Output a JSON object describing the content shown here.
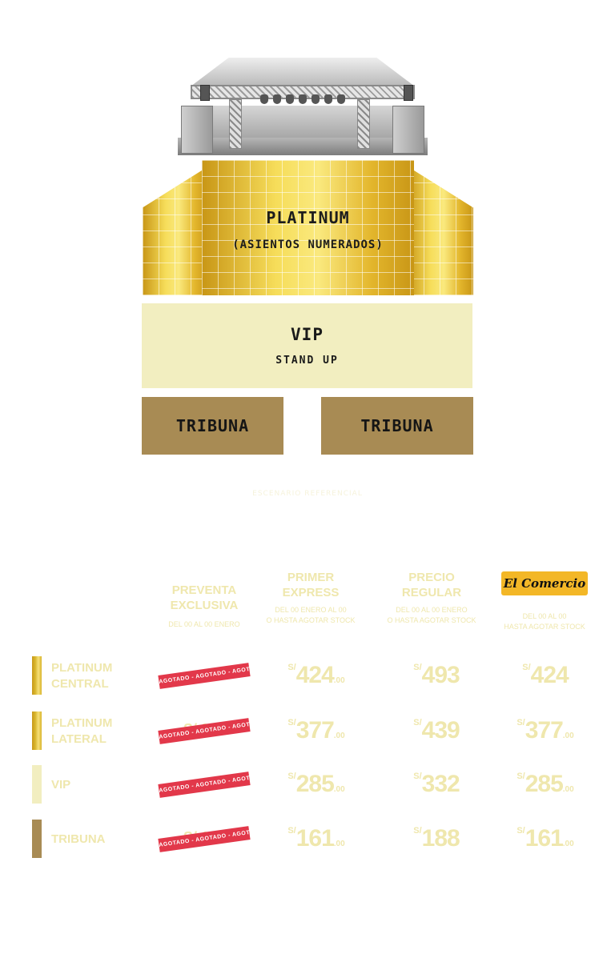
{
  "map": {
    "platinum_title": "PLATINUM",
    "platinum_sub": "(ASIENTOS NUMERADOS)",
    "vip_title": "VIP",
    "vip_sub": "STAND UP",
    "tribuna_left": "TRIBUNA",
    "tribuna_right": "TRIBUNA",
    "note": "ESCENARIO REFERENCIAL"
  },
  "columns": [
    {
      "name": "PREVENTA\nEXCLUSIVA",
      "note": "DEL 00 AL 00 ENERO"
    },
    {
      "name": "PRIMER\nEXPRESS",
      "note": "DEL 00 ENERO AL 00\nO HASTA AGOTAR STOCK"
    },
    {
      "name": "PRECIO\nREGULAR",
      "note": "DEL 00 AL 00 ENERO\nO HASTA AGOTAR STOCK"
    },
    {
      "name": "El Comercio",
      "note": "DEL 00 AL 00\nHASTA AGOTAR STOCK"
    }
  ],
  "rows": [
    {
      "zone": "PLATINUM\nCENTRAL",
      "swatch": "#d8b52c",
      "preventa": "",
      "agotado": "AGOTADO - AGOTADO - AGOTADO - AGOTADO",
      "express": "424",
      "express_dec": ".00",
      "regular": "493",
      "regular_dec": "",
      "elc": "424",
      "elc_dec": ""
    },
    {
      "zone": "PLATINUM\nLATERAL",
      "swatch": "#d8b52c",
      "preventa": "S/ 329",
      "agotado": "AGOTADO - AGOTADO - AGOTADO - AGOTADO",
      "express": "377",
      "express_dec": ".00",
      "regular": "439",
      "regular_dec": "",
      "elc": "377",
      "elc_dec": ".00"
    },
    {
      "zone": "VIP",
      "swatch": "#f2eec0",
      "preventa": "",
      "agotado": "AGOTADO - AGOTADO - AGOTADO - AGOTADO",
      "express": "285",
      "express_dec": ".00",
      "regular": "332",
      "regular_dec": "",
      "elc": "285",
      "elc_dec": ".00"
    },
    {
      "zone": "TRIBUNA",
      "swatch": "#a88b54",
      "preventa": "S/ 120",
      "agotado": "AGOTADO - AGOTADO - AGOTADO - AGOTADO",
      "express": "161",
      "express_dec": ".00",
      "regular": "188",
      "regular_dec": "",
      "elc": "161",
      "elc_dec": ".00"
    }
  ],
  "currency": "S/"
}
